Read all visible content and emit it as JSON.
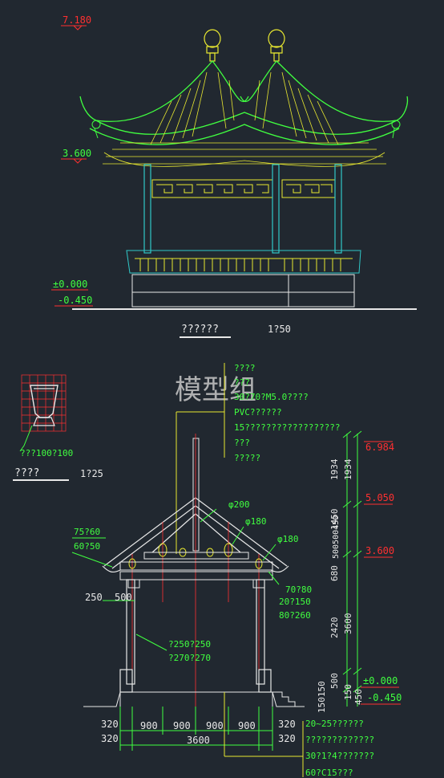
{
  "elevation": {
    "levels": {
      "top": "7.180",
      "eave": "3.600",
      "ground": "±0.000",
      "below": "-0.450"
    },
    "title": "??????",
    "scale": "1?50"
  },
  "detail": {
    "caption": "???100?100",
    "title": "????",
    "scale": "1?25"
  },
  "watermark": "模型组",
  "section": {
    "notes_top": [
      "????",
      "???",
      "30?70?M5.0????",
      "PVC??????",
      "15??????????????????",
      "???",
      "?????"
    ],
    "members": {
      "ridge_dia": "φ200",
      "purlin_dia": "φ180",
      "purlin_dia_right": "φ180",
      "rafter_1": "75?60",
      "rafter_2": "60?50",
      "beam_1": "70?80",
      "beam_2": "20?150",
      "beam_3": "80?260",
      "column_1": "?250?250",
      "column_2": "?270?270"
    },
    "dims_left": [
      "250",
      "500"
    ],
    "dims_vert_outer": [
      "1934",
      "1450",
      "680",
      "2420",
      "500",
      "150150"
    ],
    "dims_vert_inner": [
      "1934",
      "500500450",
      "3600",
      "150",
      "450"
    ],
    "levels": {
      "top": "6.984",
      "mid": "5.050",
      "eave": "3.600",
      "ground": "±0.000",
      "below": "-0.450"
    },
    "dims_bottom": [
      "320",
      "900",
      "900",
      "900",
      "900",
      "320"
    ],
    "dims_bottom_row2": [
      "320",
      "3600",
      "320"
    ],
    "notes_bottom": [
      "20~25??????",
      "?????????????",
      "30?1?4???????",
      "60?C15???"
    ]
  }
}
